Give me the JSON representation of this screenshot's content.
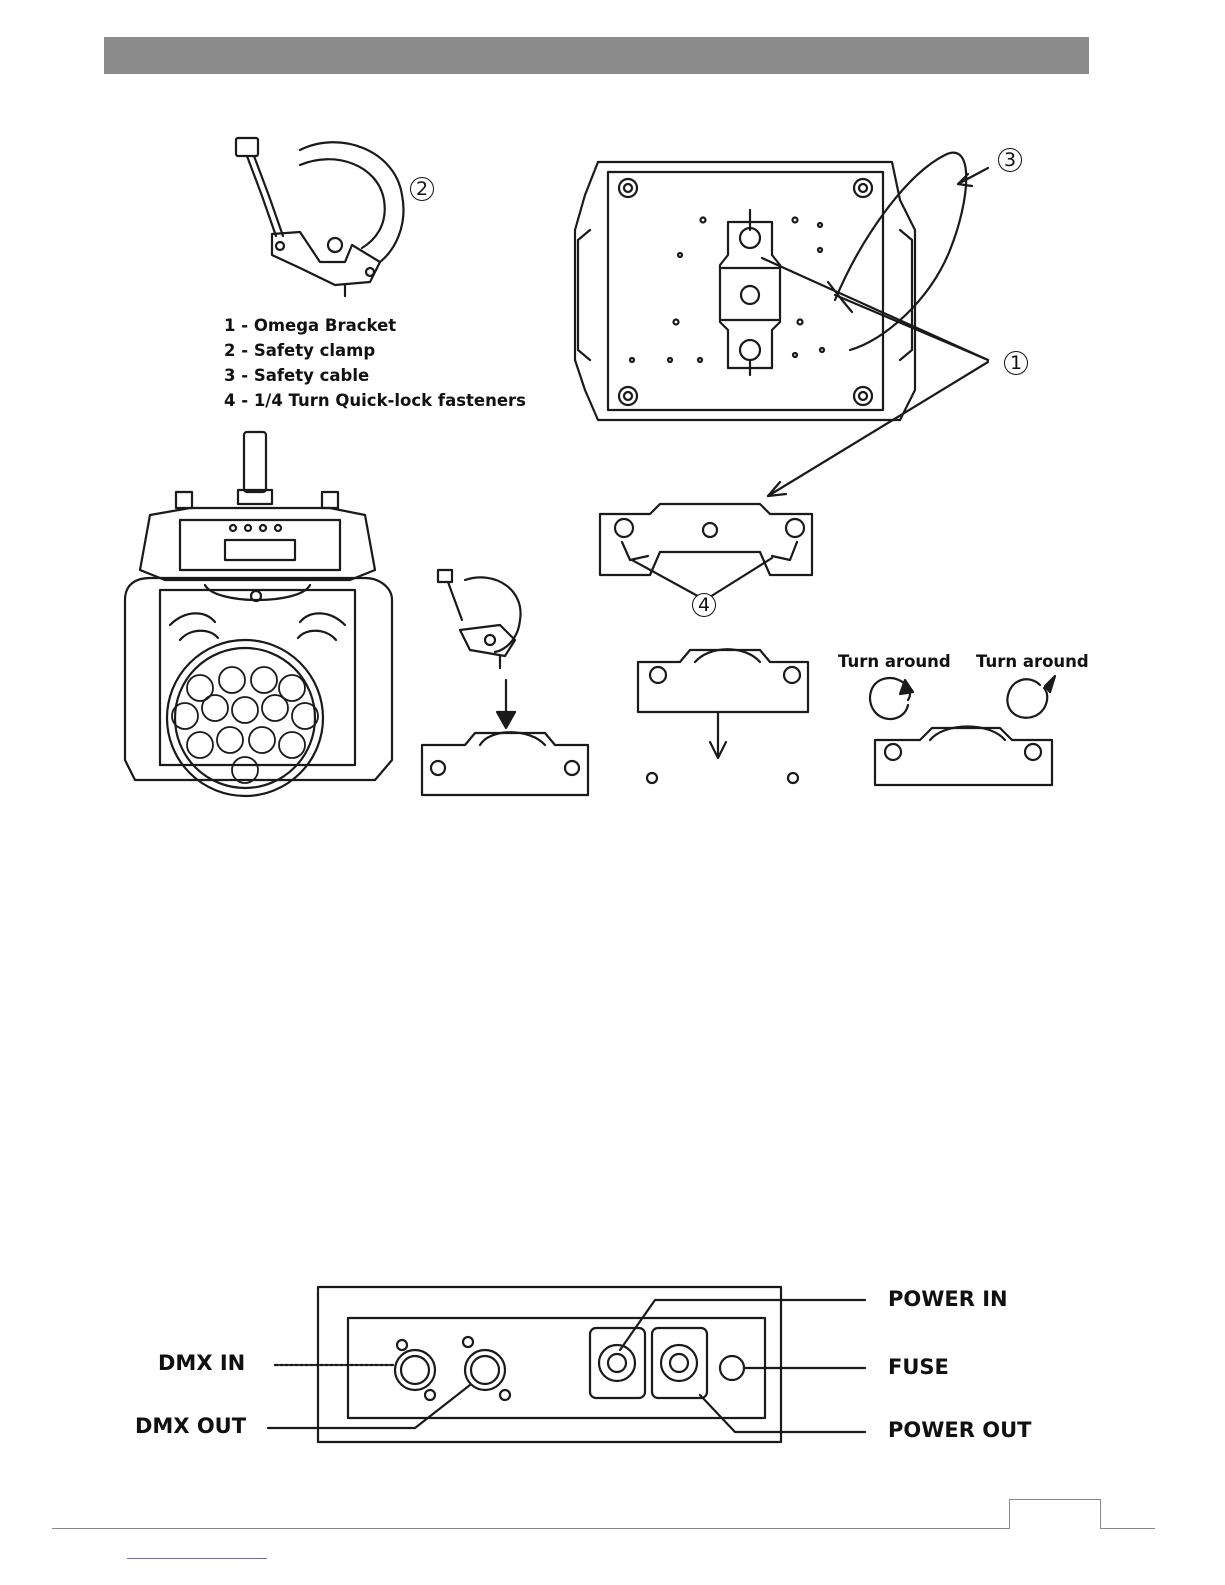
{
  "legend": {
    "items": [
      "1 - Omega Bracket",
      "2 - Safety clamp",
      "3 - Safety cable",
      "4 - 1/4 Turn Quick-lock fasteners"
    ]
  },
  "callouts": {
    "one": "1",
    "two": "2",
    "three": "3",
    "four": "4"
  },
  "rotation": {
    "left_label": "Turn around",
    "right_label": "Turn around"
  },
  "connector_panel": {
    "dmx_in": "DMX IN",
    "dmx_out": "DMX OUT",
    "power_in": "POWER IN",
    "fuse": "FUSE",
    "power_out": "POWER OUT"
  },
  "footer": {
    "page_number": ""
  }
}
